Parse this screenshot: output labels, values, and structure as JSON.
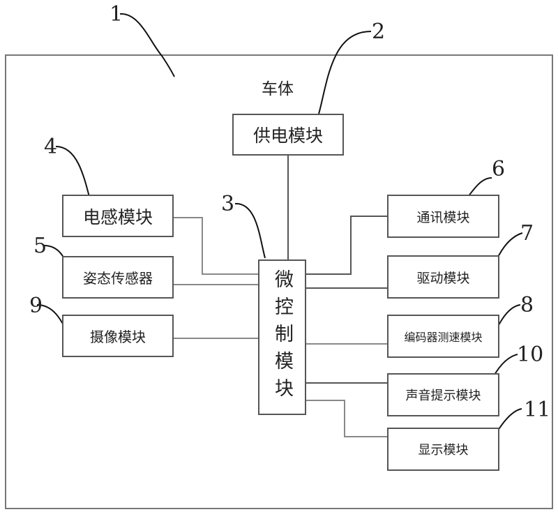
{
  "diagram": {
    "container": {
      "label": "车体",
      "callout": "1"
    },
    "modules": {
      "power": {
        "label": "供电模块",
        "callout": "2"
      },
      "mcu": {
        "label": "微控制模块",
        "callout": "3"
      },
      "inductance": {
        "label": "电感模块",
        "callout": "4"
      },
      "attitude_sensor": {
        "label": "姿态传感器",
        "callout": "5"
      },
      "communication": {
        "label": "通讯模块",
        "callout": "6"
      },
      "drive": {
        "label": "驱动模块",
        "callout": "7"
      },
      "encoder_speed": {
        "label": "编码器测速模块",
        "callout": "8"
      },
      "camera": {
        "label": "摄像模块",
        "callout": "9"
      },
      "sound_prompt": {
        "label": "声音提示模块",
        "callout": "10"
      },
      "display": {
        "label": "显示模块",
        "callout": "11"
      }
    },
    "connections": [
      [
        "power",
        "mcu"
      ],
      [
        "inductance",
        "mcu"
      ],
      [
        "attitude_sensor",
        "mcu"
      ],
      [
        "camera",
        "mcu"
      ],
      [
        "mcu",
        "communication"
      ],
      [
        "mcu",
        "drive"
      ],
      [
        "mcu",
        "encoder_speed"
      ],
      [
        "mcu",
        "sound_prompt"
      ],
      [
        "mcu",
        "display"
      ]
    ]
  }
}
